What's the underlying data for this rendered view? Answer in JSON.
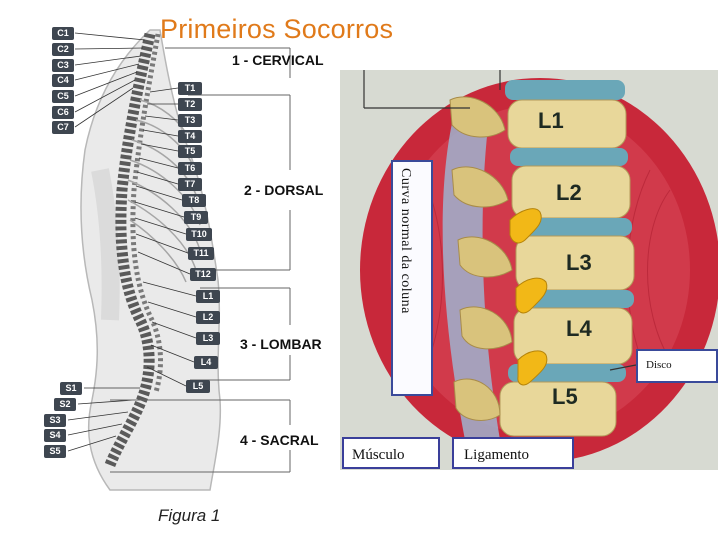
{
  "title": "Primeiros Socorros",
  "left_figure": {
    "cervical_labels": [
      "C1",
      "C2",
      "C3",
      "C4",
      "C5",
      "C6",
      "C7"
    ],
    "thoracic_labels": [
      "T1",
      "T2",
      "T3",
      "T4",
      "T5",
      "T6",
      "T7",
      "T8",
      "T9",
      "T10",
      "T11",
      "T12"
    ],
    "lumbar_labels": [
      "L1",
      "L2",
      "L3",
      "L4",
      "L5"
    ],
    "sacral_labels": [
      "S1",
      "S2",
      "S3",
      "S4",
      "S5"
    ],
    "regions": {
      "cervical": "1 - CERVICAL",
      "dorsal": "2 - DORSAL",
      "lombar": "3 - LOMBAR",
      "sacral": "4 - SACRAL"
    },
    "caption": "Figura 1"
  },
  "right_photo": {
    "vertebra_labels": [
      "L1",
      "L2",
      "L3",
      "L4",
      "L5"
    ],
    "curva_label": "Curva normal da coluna",
    "musculo_label": "Músculo",
    "ligamento_label": "Ligamento",
    "disco_label": "Disco"
  },
  "colors": {
    "title": "#e07a1a",
    "label_bg": "#3e4650",
    "box_border": "#3a3f9a",
    "muscle_red": "#c8283a",
    "bone": "#e8d79a",
    "disc": "#6aa7b8",
    "nerve": "#f2b817"
  }
}
